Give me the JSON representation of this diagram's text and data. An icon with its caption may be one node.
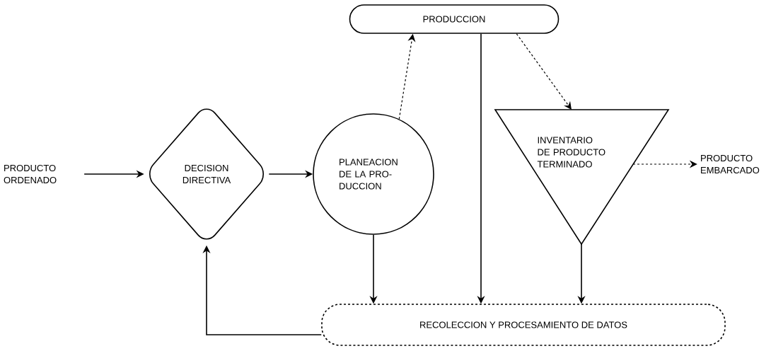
{
  "diagram": {
    "nodes": [
      {
        "text": [
          "PRODUCTO ORDENADO"
        ]
      },
      {
        "text": [
          "DECISION DIRECTIVA"
        ]
      },
      {
        "text": [
          "PLANEACION DE LA PRO- DUCCION"
        ]
      },
      {
        "text": [
          "PRODUCCION"
        ]
      },
      {
        "text": [
          "INVENTARIO DE PRODUCTO TERMINADO"
        ]
      },
      {
        "text": [
          "PRODUCTO EMBARCADO"
        ]
      },
      {
        "text": [
          "RECOLECCION Y PROCESAMIENTO DE DATOS"
        ]
      }
    ],
    "edges": [
      {
        "from": 0,
        "to": 1,
        "arrow": "to"
      },
      {
        "from": 1,
        "to": 2,
        "arrow": "to"
      },
      {
        "from": 2,
        "to": 3,
        "arrow": "to",
        "style": "dashed"
      },
      {
        "from": 3,
        "to": 4,
        "arrow": "to",
        "style": "dashed"
      },
      {
        "from": 4,
        "to": 5,
        "arrow": "to",
        "style": "dashed"
      },
      {
        "from": 2,
        "to": 6,
        "arrow": "to"
      },
      {
        "from": 3,
        "to": 6,
        "arrow": "to"
      },
      {
        "from": 4,
        "to": 6,
        "arrow": "to"
      },
      {
        "from": 6,
        "to": 1,
        "arrow": "to"
      }
    ]
  }
}
